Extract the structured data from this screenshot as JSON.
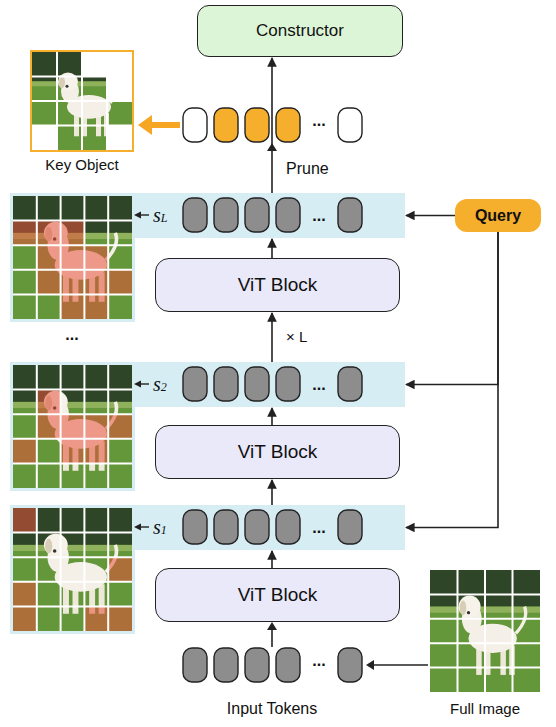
{
  "diagram": {
    "nodes": [
      {
        "text": [
          "Constructor"
        ]
      },
      {
        "text": [
          "sL",
          "..."
        ]
      },
      {
        "text": [
          "Query"
        ]
      },
      {
        "text": [
          "ViT Block"
        ]
      },
      {
        "text": [
          "s2",
          "..."
        ]
      },
      {
        "text": [
          "ViT Block"
        ]
      },
      {
        "text": [
          "s1",
          "..."
        ]
      },
      {
        "text": [
          "ViT Block"
        ]
      }
    ],
    "edges": [
      {
        "from": 1,
        "to": 0,
        "arrow": "to",
        "label": "Prune"
      },
      {
        "from": 3,
        "to": 1,
        "arrow": "to"
      },
      {
        "from": 2,
        "to": 1,
        "arrow": "to"
      },
      {
        "from": 4,
        "to": 3,
        "arrow": "to",
        "label": "× L"
      },
      {
        "from": 5,
        "to": 4,
        "arrow": "to"
      },
      {
        "from": 2,
        "to": 4,
        "arrow": "to"
      },
      {
        "from": 6,
        "to": 5,
        "arrow": "to"
      },
      {
        "from": 7,
        "to": 6,
        "arrow": "to"
      },
      {
        "from": 2,
        "to": 6,
        "arrow": "to"
      }
    ],
    "labels": [
      "Key Object",
      "...",
      "...",
      "...",
      "Input Tokens",
      "Full Image"
    ]
  }
}
